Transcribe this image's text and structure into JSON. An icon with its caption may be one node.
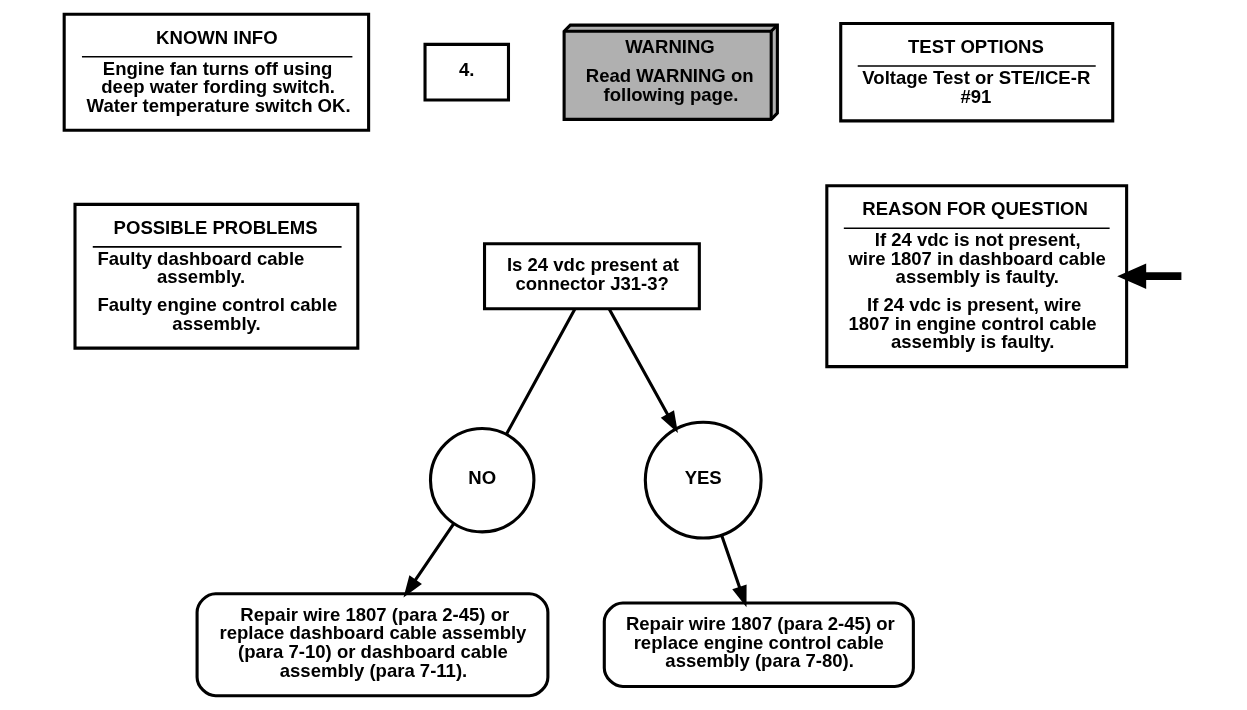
{
  "diagram": {
    "nodes": [
      {
        "text": [
          "KNOWN INFO",
          "Engine fan turns off using deep water fording switch. Water temperature switch OK."
        ]
      },
      {
        "text": [
          "POSSIBLE PROBLEMS",
          "Faulty dashboard cable assembly.",
          "Faulty engine control cable assembly."
        ]
      },
      {
        "text": [
          "4."
        ]
      },
      {
        "text": [
          "WARNING",
          "Read WARNING on following page."
        ]
      },
      {
        "text": [
          "Is 24 vdc present at connector J31-3?"
        ]
      },
      {
        "text": [
          "TEST OPTIONS",
          "Voltage Test or STE/ICE-R #91"
        ]
      },
      {
        "text": [
          "REASON FOR QUESTION",
          "If 24 vdc is not present, wire 1807 in dashboard cable assembly is faulty.",
          "If 24 vdc is present, wire 1807 in engine control cable assembly is faulty."
        ]
      },
      {
        "text": [
          "NO"
        ]
      },
      {
        "text": [
          "YES"
        ]
      },
      {
        "text": [
          "Repair wire 1807 (para 2-45) or replace dashboard cable assembly (para 7-10) or dashboard cable assembly (para 7-11)."
        ]
      },
      {
        "text": [
          "Repair wire 1807 (para 2-45) or replace engine control cable assembly (para 7-80)."
        ]
      }
    ],
    "edges": [
      {
        "from": 4,
        "to": 7,
        "arrow": "none"
      },
      {
        "from": 7,
        "to": 9,
        "arrow": "to"
      },
      {
        "from": 4,
        "to": 8,
        "arrow": "to"
      },
      {
        "from": 8,
        "to": 10,
        "arrow": "to"
      },
      {
        "from": null,
        "to": 6,
        "arrow": "to",
        "style": "thick"
      }
    ]
  }
}
